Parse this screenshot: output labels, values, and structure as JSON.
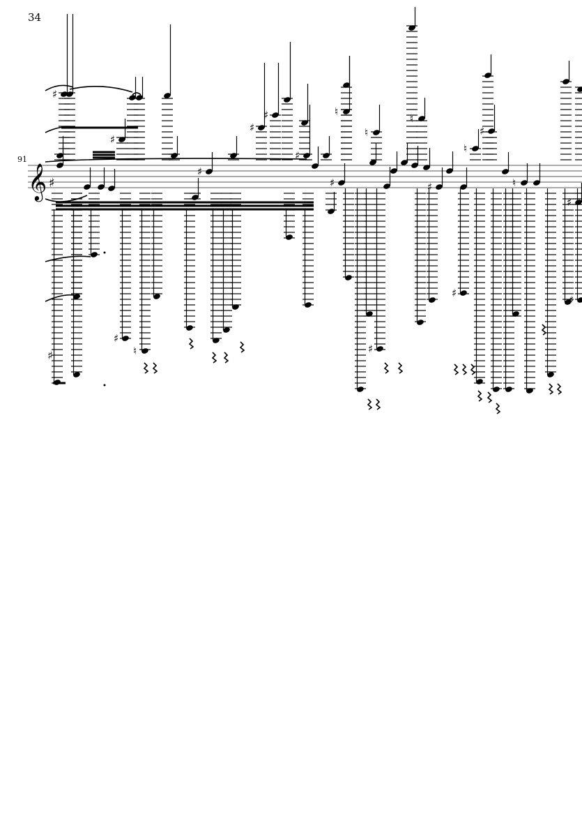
{
  "page": {
    "number": "34"
  },
  "system": {
    "measure_number": "91",
    "clef": "treble",
    "key_accidental": "♯"
  },
  "colors": {
    "ink": "#000000",
    "staff": "#555555"
  }
}
